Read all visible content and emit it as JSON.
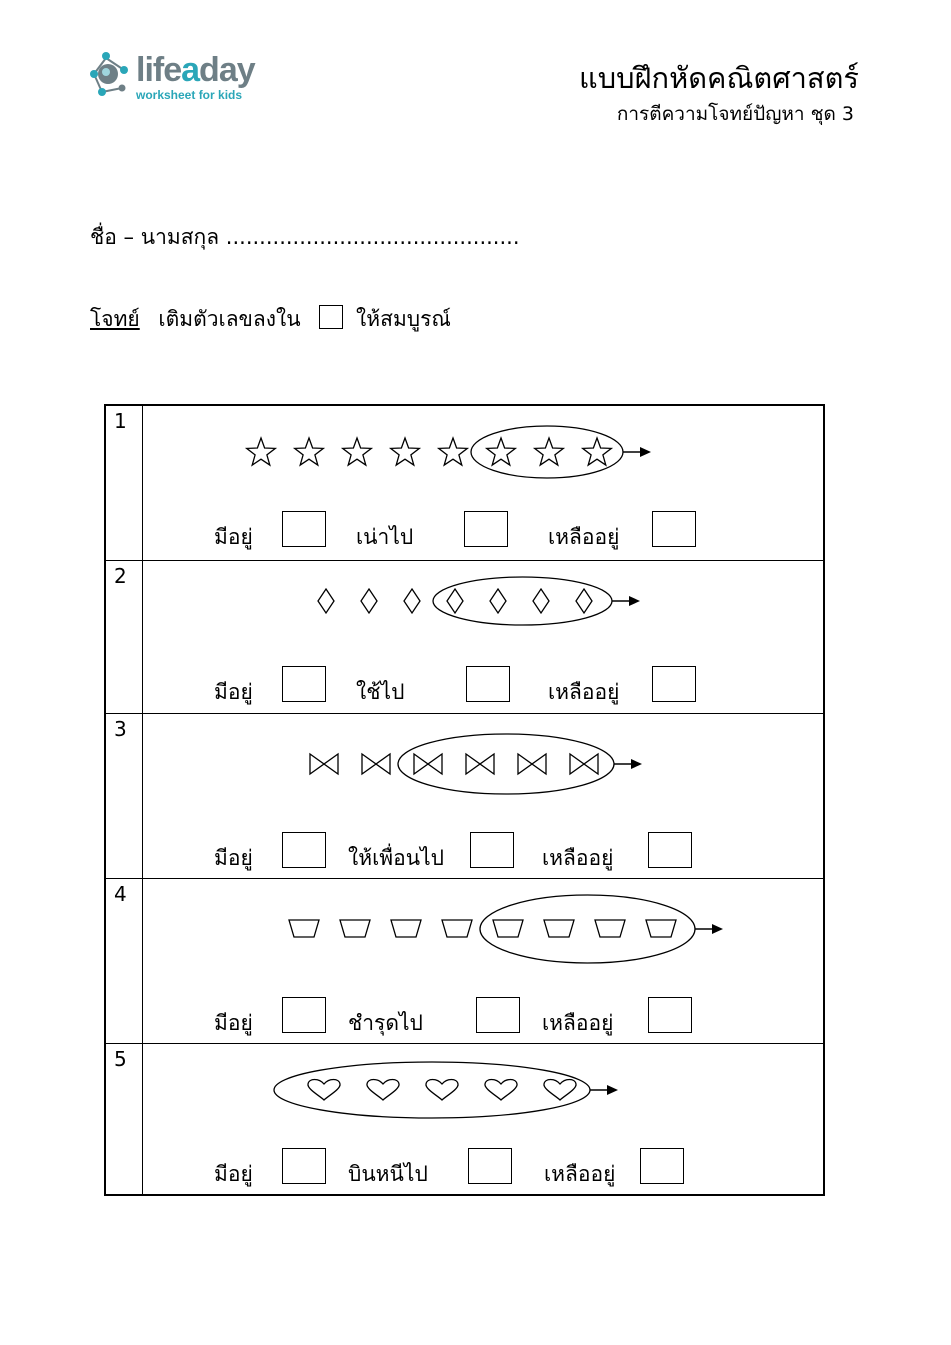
{
  "brand": {
    "name_part1": "life",
    "name_part2": "a",
    "name_part3": "day",
    "tagline": "worksheet for kids",
    "primary_color": "#2aa6b8",
    "secondary_color": "#6e7f86"
  },
  "header": {
    "title": "แบบฝึกหัดคณิตศาสตร์",
    "subtitle": "การตีความโจทย์ปัญหา ชุด 3"
  },
  "name_field": {
    "label": "ชื่อ – นามสกุล",
    "blank": "............................................"
  },
  "instruction": {
    "label": "โจทย์",
    "text_before": "เติมตัวเลขลงใน",
    "text_after": "ให้สมบูรณ์"
  },
  "problems": [
    {
      "number": "1",
      "symbol": "star-icon",
      "outside_count": 5,
      "circled_count": 3,
      "labels": {
        "have": "มีอยู่",
        "action": "เน่าไป",
        "remain": "เหลืออยู่"
      }
    },
    {
      "number": "2",
      "symbol": "diamond-icon",
      "outside_count": 3,
      "circled_count": 4,
      "labels": {
        "have": "มีอยู่",
        "action": "ใช้ไป",
        "remain": "เหลืออยู่"
      }
    },
    {
      "number": "3",
      "symbol": "bowtie-icon",
      "outside_count": 2,
      "circled_count": 4,
      "labels": {
        "have": "มีอยู่",
        "action": "ให้เพื่อนไป",
        "remain": "เหลืออยู่"
      }
    },
    {
      "number": "4",
      "symbol": "trapezoid-icon",
      "outside_count": 4,
      "circled_count": 4,
      "labels": {
        "have": "มีอยู่",
        "action": "ชำรุดไป",
        "remain": "เหลืออยู่"
      }
    },
    {
      "number": "5",
      "symbol": "heart-icon",
      "outside_count": 0,
      "circled_count": 5,
      "labels": {
        "have": "มีอยู่",
        "action": "บินหนีไป",
        "remain": "เหลืออยู่"
      }
    }
  ]
}
